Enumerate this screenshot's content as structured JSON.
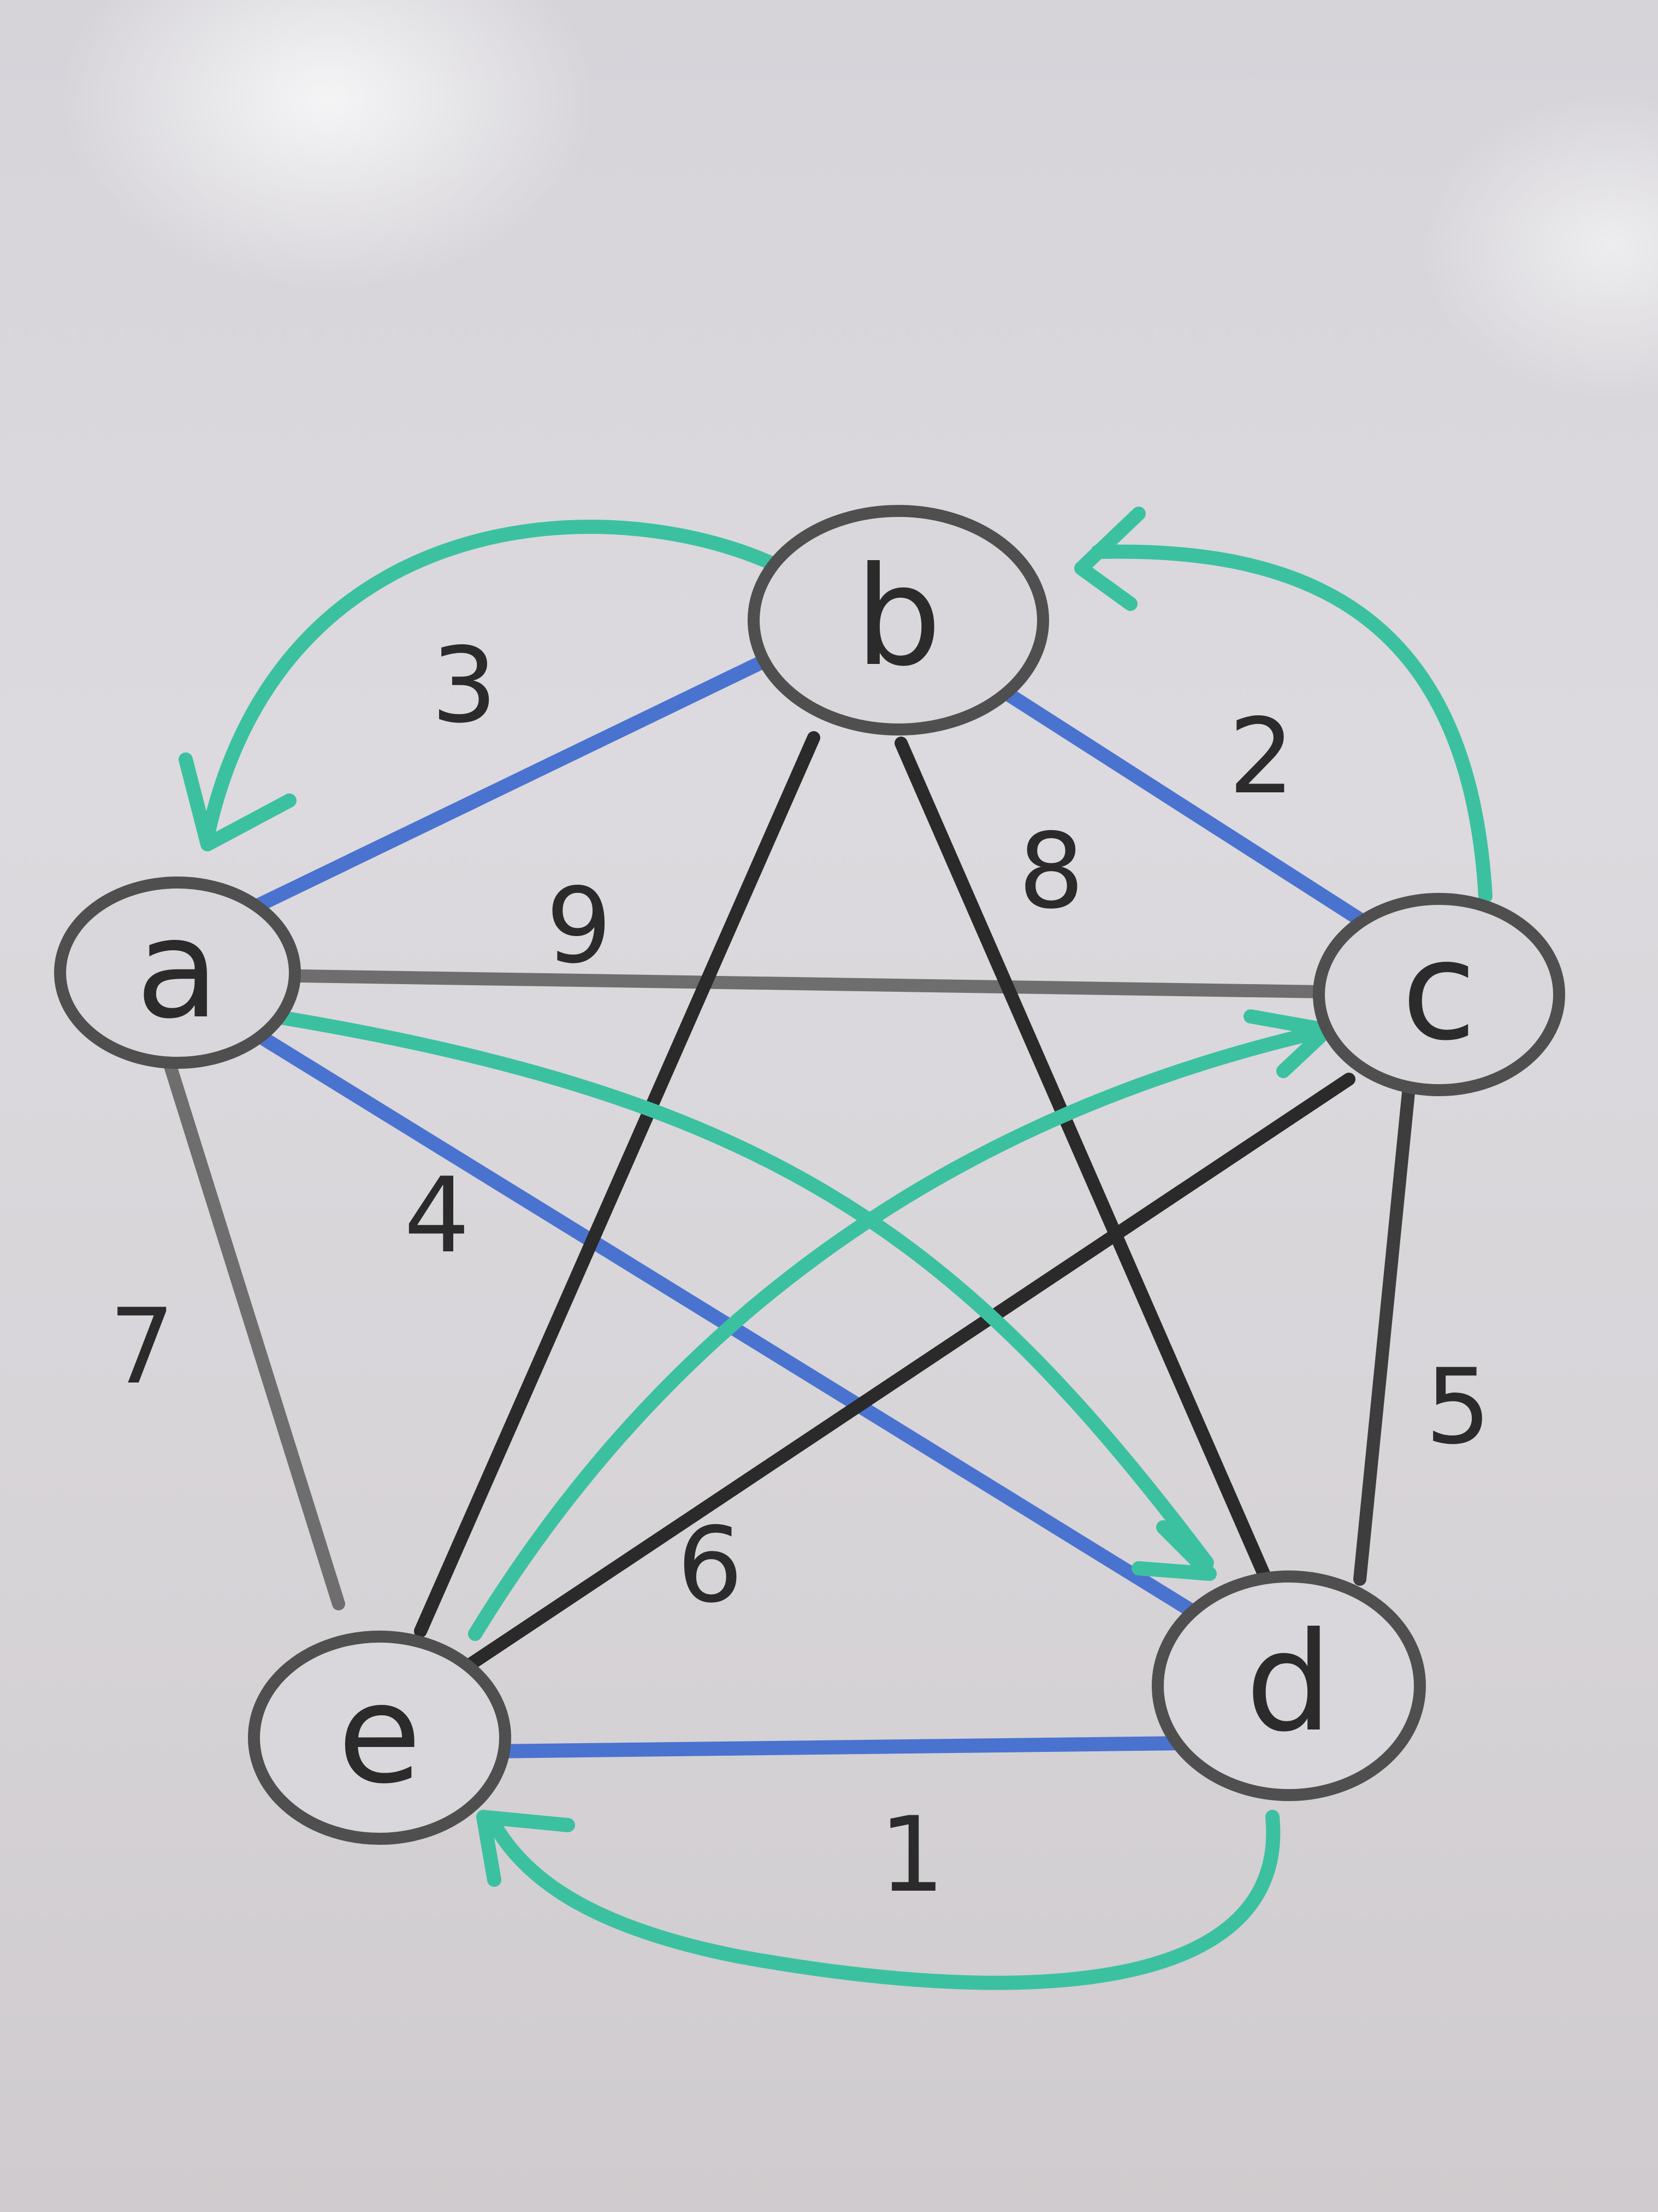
{
  "diagram": {
    "nodes": [
      {
        "id": "a",
        "label": "a"
      },
      {
        "id": "b",
        "label": "b"
      },
      {
        "id": "c",
        "label": "c"
      },
      {
        "id": "d",
        "label": "d"
      },
      {
        "id": "e",
        "label": "e"
      }
    ],
    "edges": [
      {
        "from": "a",
        "to": "b",
        "weight": "3",
        "color": "blue"
      },
      {
        "from": "b",
        "to": "c",
        "weight": "2",
        "color": "blue"
      },
      {
        "from": "a",
        "to": "c",
        "weight": "9",
        "color": "black"
      },
      {
        "from": "a",
        "to": "d",
        "weight": "4",
        "color": "blue"
      },
      {
        "from": "a",
        "to": "e",
        "weight": "7",
        "color": "black"
      },
      {
        "from": "b",
        "to": "d",
        "weight": "8",
        "color": "black"
      },
      {
        "from": "b",
        "to": "e",
        "weight": "",
        "color": "black"
      },
      {
        "from": "c",
        "to": "d",
        "weight": "5",
        "color": "black"
      },
      {
        "from": "c",
        "to": "e",
        "weight": "6",
        "color": "black"
      },
      {
        "from": "d",
        "to": "e",
        "weight": "1",
        "color": "blue"
      }
    ],
    "arrows": [
      {
        "from": "b",
        "to": "a"
      },
      {
        "from": "c",
        "to": "b"
      },
      {
        "from": "a",
        "to": "d"
      },
      {
        "from": "e",
        "to": "c"
      },
      {
        "from": "d",
        "to": "e"
      }
    ],
    "colors": {
      "marker_black": "#2a2a2a",
      "marker_gray": "#6e6e6e",
      "marker_blue": "#4a73d0",
      "marker_teal": "#3cc1a0"
    }
  }
}
